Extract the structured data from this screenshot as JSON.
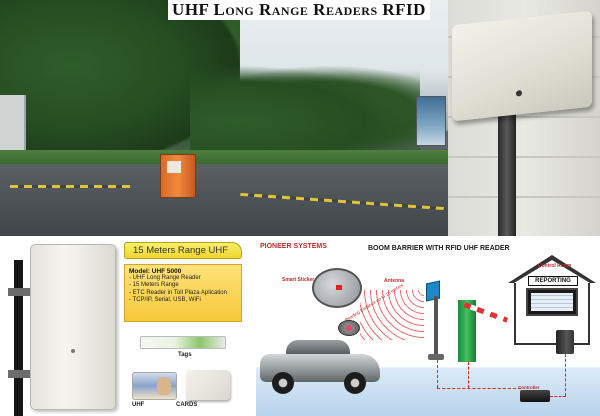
{
  "title": "UHF Long Range Readers RFID",
  "info_card": {
    "banner": "15 Meters Range UHF",
    "model": "Model: UHF 5000",
    "features": [
      "- UHF Long Range Reader",
      "- 15 Meters Range",
      "- ETC Reader in Toll Plaza Aplication",
      "- TCP/IP, Serial, USB, WiFi"
    ],
    "tags_label": "Tags",
    "uhf_label": "UHF",
    "cards_label": "CARDS"
  },
  "diagram": {
    "company": "PIONEER SYSTEMS",
    "headline": "BOOM BARRIER WITH RFID UHF READER",
    "smart_sticker_label": "Smart Sticker",
    "antenna_label": "Antenna",
    "control_room_label": "Control Room",
    "reporting_label": "REPORTING",
    "controller_label": "Controller",
    "signal_label": "Reading Distance up to 15 meters"
  },
  "colors": {
    "accent_red": "#c0292b",
    "banner_yellow": "#eed62e",
    "barrier_green": "#43c05e",
    "reader_blue": "#1c89c8"
  }
}
